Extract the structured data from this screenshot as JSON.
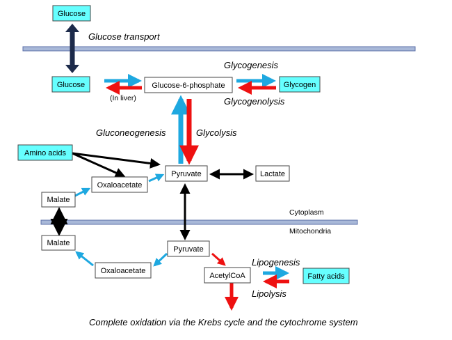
{
  "colors": {
    "cyan_fill": "#66ffff",
    "blue_arrow": "#1ea8e0",
    "red_arrow": "#ee1111",
    "black_arrow": "#000000",
    "membrane": "#a8b8d8",
    "membrane_stroke": "#5b6fa8",
    "box_stroke": "#444444"
  },
  "nodes": {
    "glucose_outside": "Glucose",
    "glucose_cytosol": "Glucose",
    "glucose_6_phosphate": "Glucose-6-phosphate",
    "glycogen": "Glycogen",
    "amino_acids": "Amino acids",
    "oxaloacetate_cyto": "Oxaloacetate",
    "pyruvate_cyto": "Pyruvate",
    "lactate": "Lactate",
    "malate_cyto": "Malate",
    "malate_mito": "Malate",
    "pyruvate_mito": "Pyruvate",
    "oxaloacetate_mito": "Oxaloacetate",
    "acetylcoa": "AcetylCoA",
    "fatty_acids": "Fatty acids"
  },
  "labels": {
    "glucose_transport": "Glucose transport",
    "glycogenesis": "Glycogenesis",
    "glycogenolysis": "Glycogenolysis",
    "in_liver": "(In liver)",
    "gluconeogenesis": "Gluconeogenesis",
    "glycolysis": "Glycolysis",
    "cytoplasm": "Cytoplasm",
    "mitochondria": "Mitochondria",
    "lipogenesis": "Lipogenesis",
    "lipolysis": "Lipolysis",
    "footer": "Complete oxidation via the Krebs cycle and the cytochrome system"
  }
}
